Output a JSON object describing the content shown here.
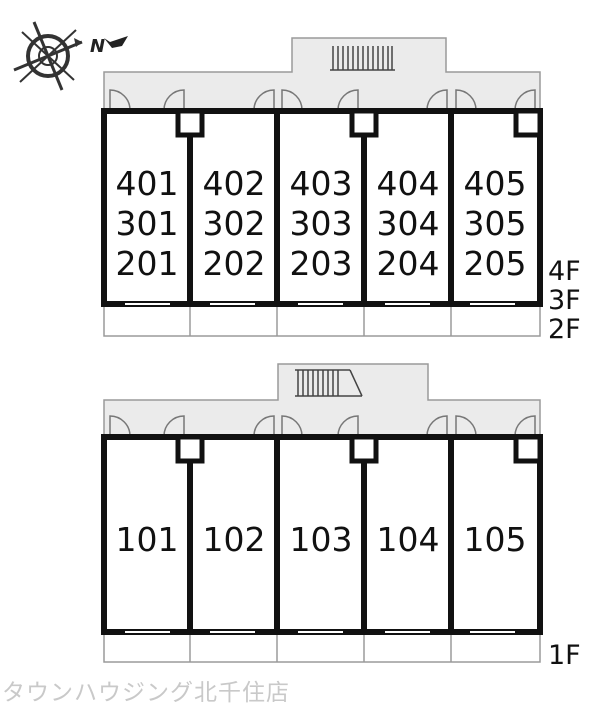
{
  "compass": {
    "label": "N"
  },
  "upper_block": {
    "floors": [
      "4F",
      "3F",
      "2F"
    ],
    "units": [
      {
        "rooms": [
          "401",
          "301",
          "201"
        ]
      },
      {
        "rooms": [
          "402",
          "302",
          "202"
        ]
      },
      {
        "rooms": [
          "403",
          "303",
          "203"
        ]
      },
      {
        "rooms": [
          "404",
          "304",
          "204"
        ]
      },
      {
        "rooms": [
          "405",
          "305",
          "205"
        ]
      }
    ]
  },
  "lower_block": {
    "floors": [
      "1F"
    ],
    "units": [
      {
        "rooms": [
          "101"
        ]
      },
      {
        "rooms": [
          "102"
        ]
      },
      {
        "rooms": [
          "103"
        ]
      },
      {
        "rooms": [
          "104"
        ]
      },
      {
        "rooms": [
          "105"
        ]
      }
    ]
  },
  "footer": {
    "watermark": "タウンハウジング北千住店"
  }
}
